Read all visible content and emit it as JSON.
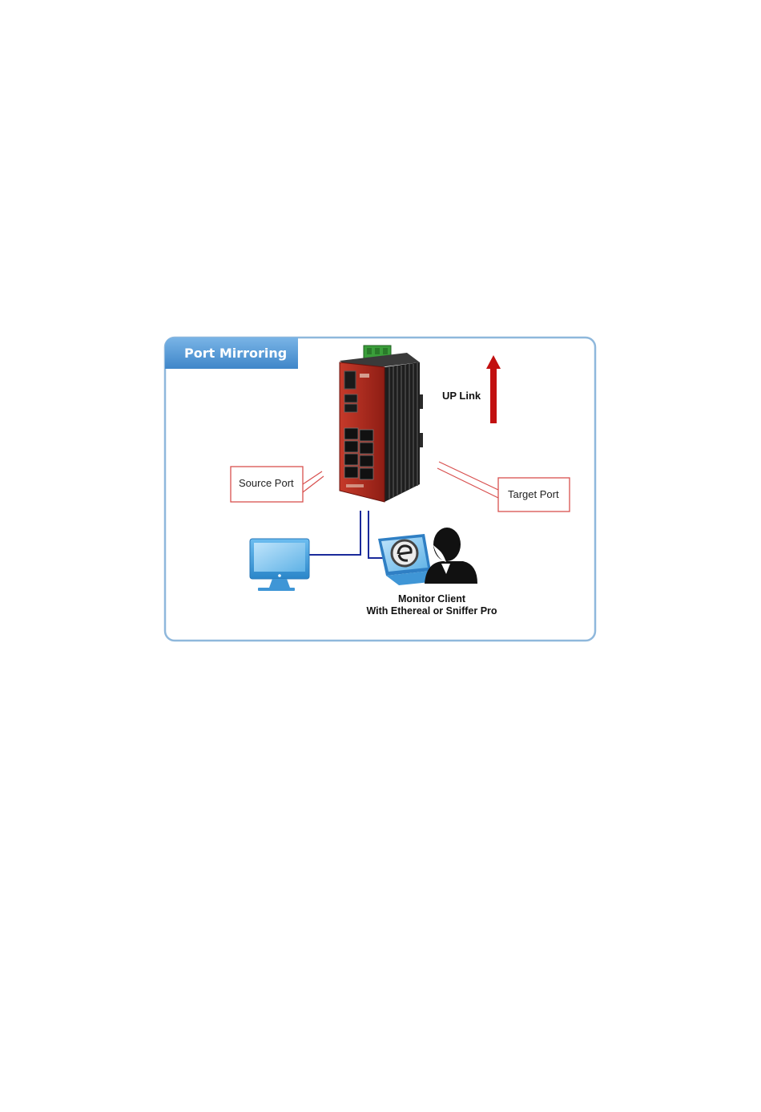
{
  "diagram": {
    "title": "Port Mirroring",
    "uplink_label": "UP Link",
    "source_port_label": "Source Port",
    "target_port_label": "Target Port",
    "monitor_line1": "Monitor Client",
    "monitor_line2": "With Ethereal or Sniffer Pro"
  },
  "colors": {
    "frame_border": "#8fb8dc",
    "title_tab": "#5b9bd5",
    "switch_body": "#b0281c",
    "switch_heatsink": "#1e1e1e",
    "terminal_block": "#3a9e3a",
    "callout_border": "#d8504f",
    "uplink_arrow": "#c21010",
    "cable": "#1a2a9a",
    "computer": "#4fa8e0"
  },
  "icons": {
    "switch": "industrial-ethernet-switch",
    "desktop": "desktop-computer-icon",
    "laptop": "laptop-icon",
    "person": "user-silhouette-icon"
  }
}
